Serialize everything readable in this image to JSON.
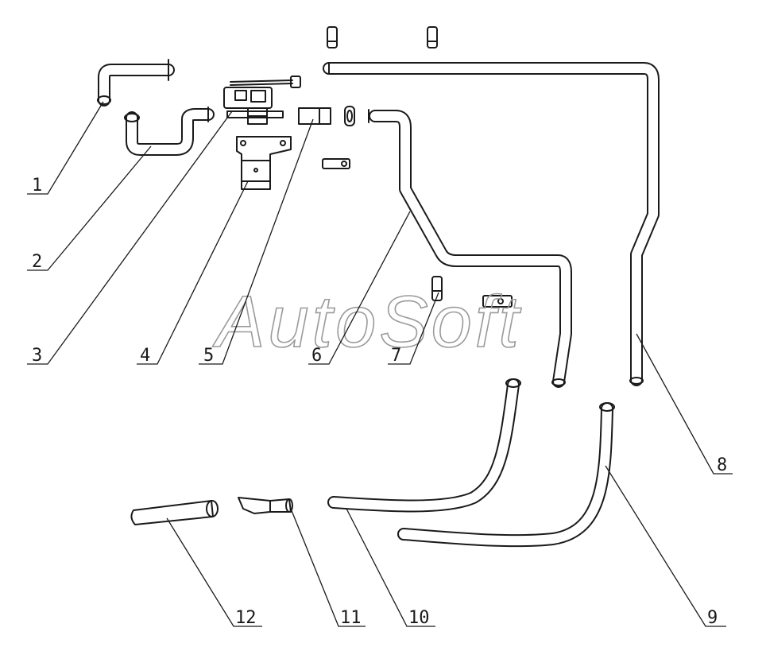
{
  "watermark": "AutoSoft",
  "callouts": [
    {
      "id": "1",
      "label": "1"
    },
    {
      "id": "2",
      "label": "2"
    },
    {
      "id": "3",
      "label": "3"
    },
    {
      "id": "4",
      "label": "4"
    },
    {
      "id": "5",
      "label": "5"
    },
    {
      "id": "6",
      "label": "6"
    },
    {
      "id": "7",
      "label": "7"
    },
    {
      "id": "8",
      "label": "8"
    },
    {
      "id": "9",
      "label": "9"
    },
    {
      "id": "10",
      "label": "10"
    },
    {
      "id": "11",
      "label": "11"
    },
    {
      "id": "12",
      "label": "12"
    }
  ]
}
